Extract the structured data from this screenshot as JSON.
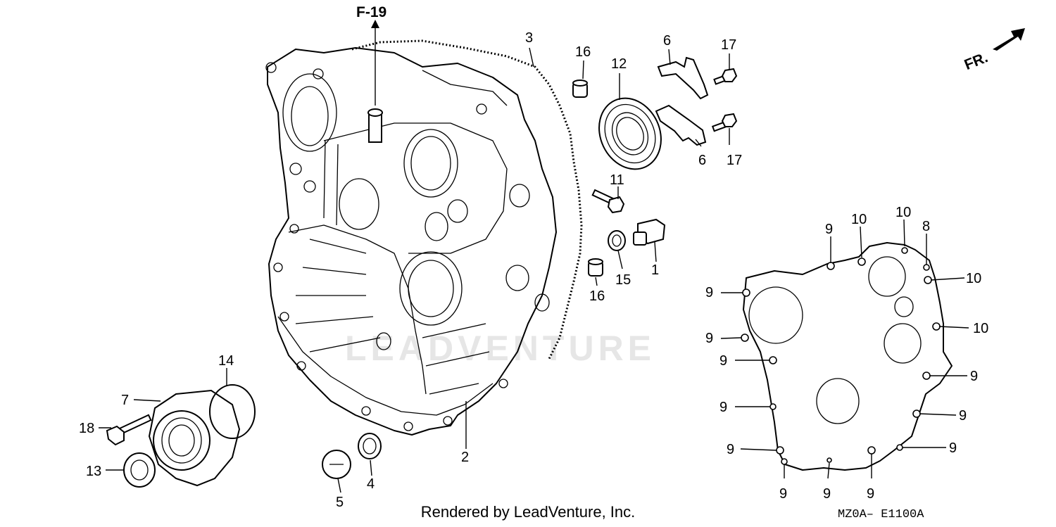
{
  "direction_label": "FR.",
  "reference_label": "F-19",
  "watermark": "LEADVENTURE",
  "footer": "Rendered by LeadVenture, Inc.",
  "diagram_code": "MZ0A– E1100A",
  "callouts": [
    "1",
    "2",
    "3",
    "4",
    "5",
    "6",
    "6",
    "7",
    "8",
    "9",
    "9",
    "9",
    "9",
    "9",
    "9",
    "9",
    "9",
    "9",
    "9",
    "9",
    "9",
    "10",
    "10",
    "10",
    "10",
    "11",
    "12",
    "13",
    "14",
    "15",
    "16",
    "16",
    "17",
    "17",
    "18"
  ]
}
